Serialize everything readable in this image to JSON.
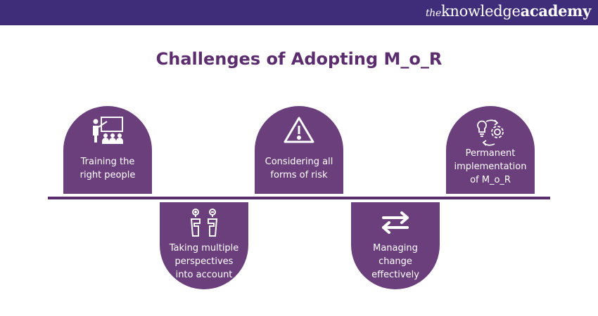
{
  "brand": {
    "prefix": "the",
    "knowledge": "knowledge",
    "academy": "academy"
  },
  "title": "Challenges of Adopting M_o_R",
  "colors": {
    "header": "#3f2d7a",
    "card": "#6b3f7c",
    "title": "#5b2d6e",
    "line": "#5b2d6e"
  },
  "cards": [
    {
      "label_lines": [
        "Training the",
        "right people"
      ],
      "icon": "trainer-presentation-icon",
      "position": "above"
    },
    {
      "label_lines": [
        "Taking multiple",
        "perspectives",
        "into account"
      ],
      "icon": "perspectives-icon",
      "position": "below"
    },
    {
      "label_lines": [
        "Considering all",
        "forms of risk"
      ],
      "icon": "warning-triangle-icon",
      "position": "above"
    },
    {
      "label_lines": [
        "Managing",
        "change",
        "effectively"
      ],
      "icon": "exchange-arrows-icon",
      "position": "below"
    },
    {
      "label_lines": [
        "Permanent",
        "implementation",
        "of M_o_R"
      ],
      "icon": "idea-gear-cycle-icon",
      "position": "above"
    }
  ]
}
